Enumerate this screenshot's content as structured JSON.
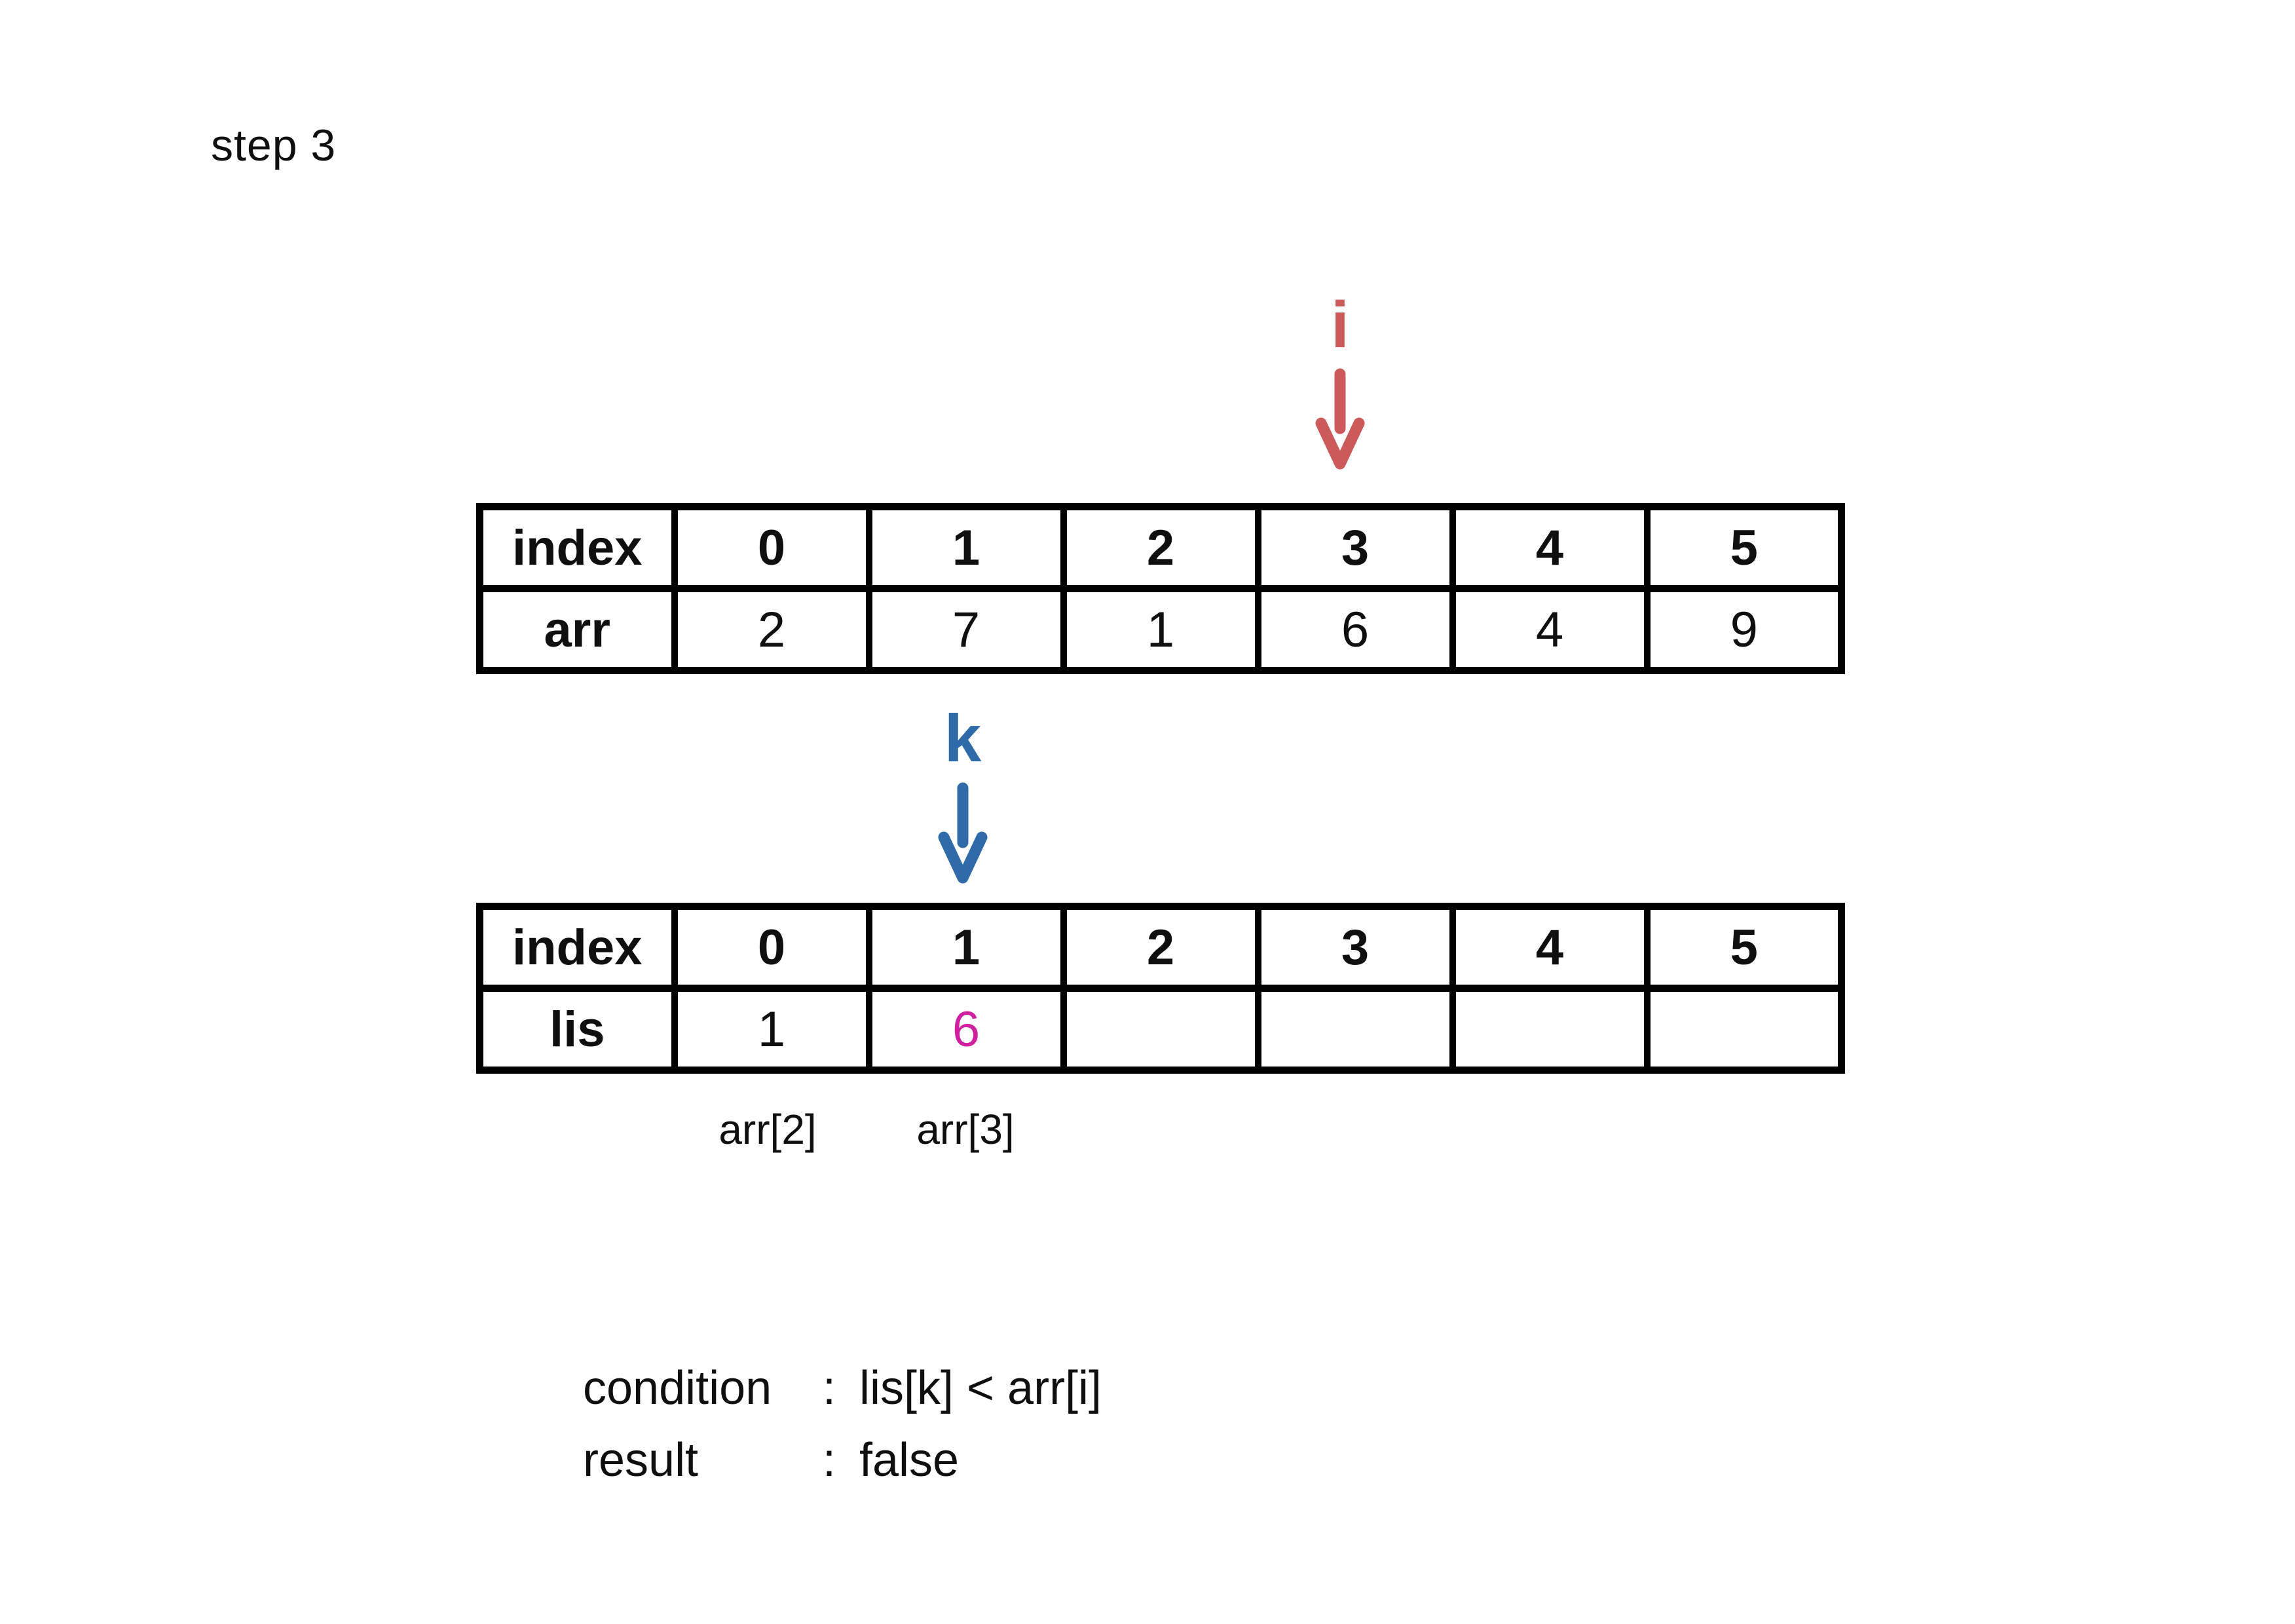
{
  "step_label": "step 3",
  "pointers": {
    "i": {
      "label": "i",
      "color": "#cd5a5a"
    },
    "k": {
      "label": "k",
      "color": "#2f6ba8"
    }
  },
  "arr_table": {
    "header_label": "index",
    "indices": [
      "0",
      "1",
      "2",
      "3",
      "4",
      "5"
    ],
    "row_label": "arr",
    "values": [
      "2",
      "7",
      "1",
      "6",
      "4",
      "9"
    ]
  },
  "lis_table": {
    "header_label": "index",
    "indices": [
      "0",
      "1",
      "2",
      "3",
      "4",
      "5"
    ],
    "row_label": "lis",
    "values": [
      "1",
      "6",
      "",
      "",
      "",
      ""
    ],
    "highlight_color": "#d1209f"
  },
  "notes": {
    "under_index_0": "arr[2]",
    "under_index_1": "arr[3]"
  },
  "condition_block": {
    "condition_label": "condition",
    "colon": ":",
    "condition_value": "lis[k] < arr[i]",
    "result_label": "result",
    "result_value": "false"
  }
}
